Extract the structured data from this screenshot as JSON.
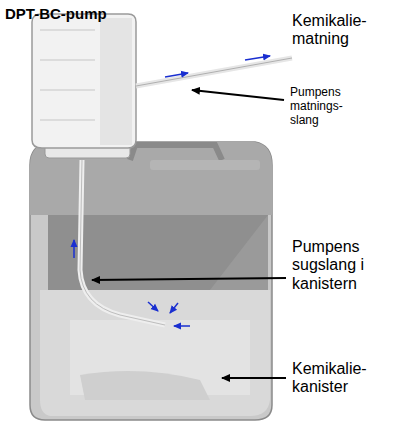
{
  "diagram": {
    "title": "DPT-BC-pump",
    "labels": [
      "Kemikalie- matning",
      "Pumpens matnings- slang",
      "Pumpens sugslang i kanistern",
      "Kemikalie- kanister"
    ]
  }
}
